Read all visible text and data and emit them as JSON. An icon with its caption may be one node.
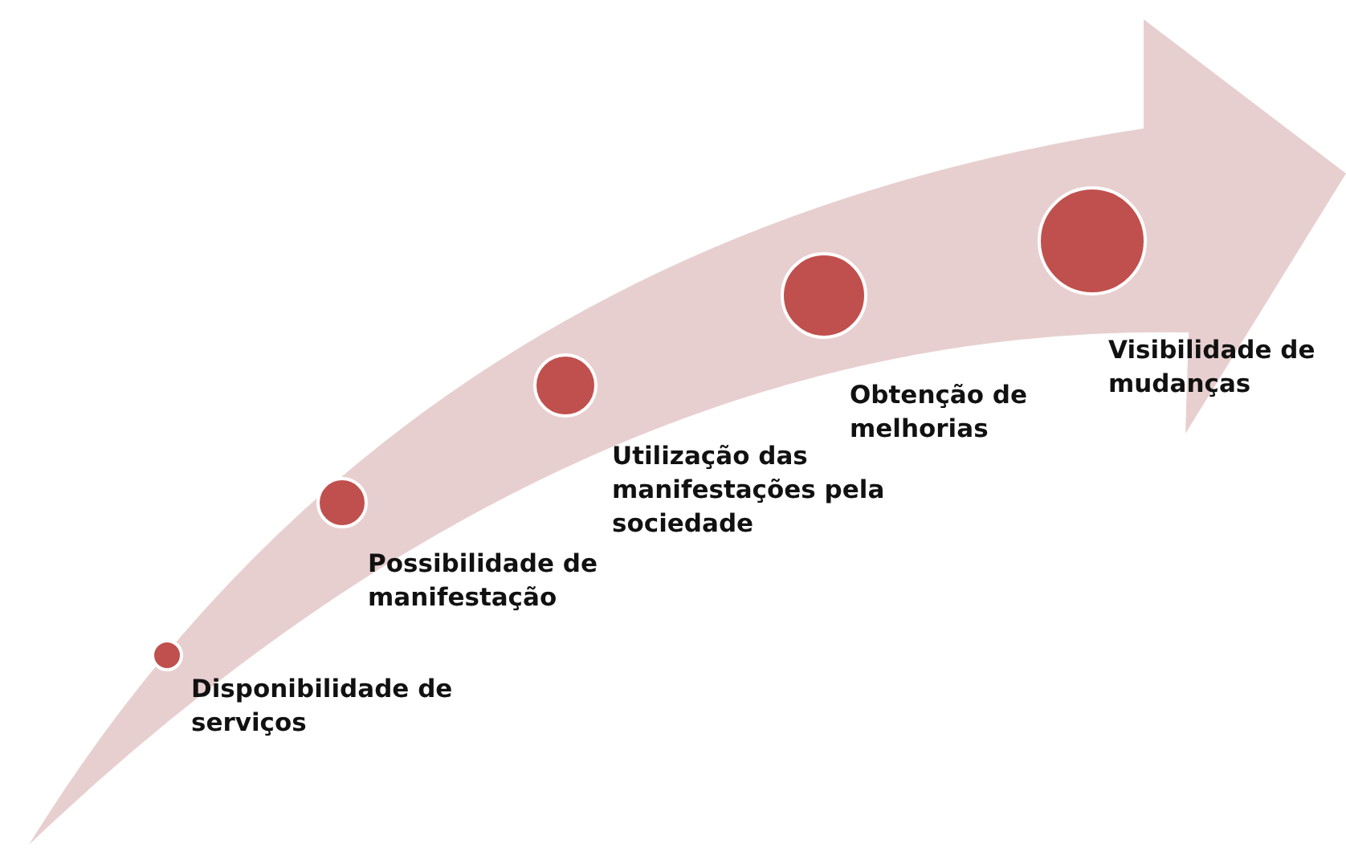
{
  "diagram": {
    "nodes": [
      {
        "text": [],
        "shape": "circle",
        "beside": [
          "Disponibilidade de serviços"
        ]
      },
      {
        "text": [],
        "shape": "circle",
        "beside": [
          "Possibilidade de manifestação"
        ]
      },
      {
        "text": [],
        "shape": "circle",
        "beside": [
          "Utilização das manifestações pela sociedade"
        ]
      },
      {
        "text": [],
        "shape": "circle",
        "beside": [
          "Obtenção de melhorias"
        ]
      },
      {
        "text": [],
        "shape": "circle",
        "beside": [
          "Visibilidade de mudanças"
        ]
      }
    ]
  }
}
